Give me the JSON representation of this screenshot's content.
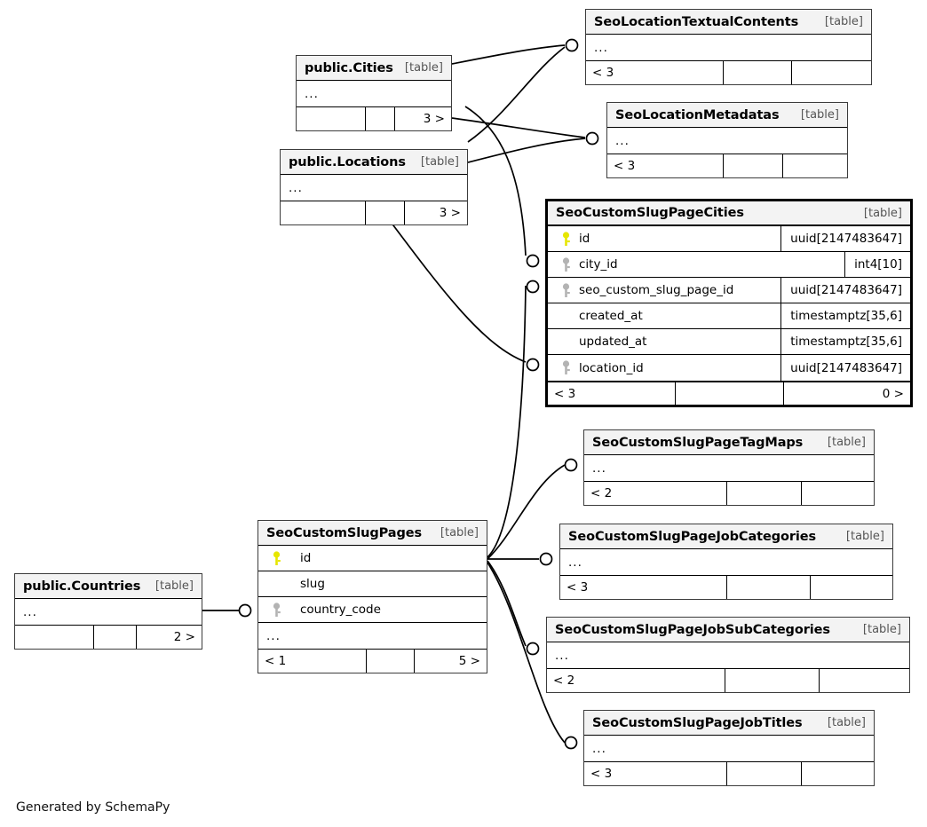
{
  "diagram": {
    "generator_note": "Generated by SchemaPy",
    "table_tag": "[table]",
    "ellipsis": "...",
    "colors": {
      "primary_key": "#e6e600",
      "foreign_key": "#b3b3b3",
      "header_fill": "#f3f3f3",
      "border": "#000000",
      "background": "#ffffff"
    }
  },
  "tables": {
    "seo_location_textual_contents": {
      "name": "SeoLocationTextualContents",
      "tag": "[table]",
      "rows": [
        "..."
      ],
      "footer": [
        "< 3",
        "",
        ""
      ]
    },
    "public_cities": {
      "name": "public.Cities",
      "tag": "[table]",
      "rows": [
        "..."
      ],
      "footer": [
        "",
        "",
        "3 >"
      ]
    },
    "seo_location_metadatas": {
      "name": "SeoLocationMetadatas",
      "tag": "[table]",
      "rows": [
        "..."
      ],
      "footer": [
        "< 3",
        "",
        ""
      ]
    },
    "public_locations": {
      "name": "public.Locations",
      "tag": "[table]",
      "rows": [
        "..."
      ],
      "footer": [
        "",
        "",
        "3 >"
      ]
    },
    "seo_custom_slug_page_cities": {
      "name": "SeoCustomSlugPageCities",
      "tag": "[table]",
      "columns": [
        {
          "key": "primary",
          "name": "id",
          "type": "uuid[2147483647]"
        },
        {
          "key": "foreign",
          "name": "city_id",
          "type": "int4[10]"
        },
        {
          "key": "foreign",
          "name": "seo_custom_slug_page_id",
          "type": "uuid[2147483647]"
        },
        {
          "key": "none",
          "name": "created_at",
          "type": "timestamptz[35,6]"
        },
        {
          "key": "none",
          "name": "updated_at",
          "type": "timestamptz[35,6]"
        },
        {
          "key": "foreign",
          "name": "location_id",
          "type": "uuid[2147483647]"
        }
      ],
      "footer": [
        "< 3",
        "",
        "0 >"
      ]
    },
    "seo_custom_slug_page_tag_maps": {
      "name": "SeoCustomSlugPageTagMaps",
      "tag": "[table]",
      "rows": [
        "..."
      ],
      "footer": [
        "< 2",
        "",
        ""
      ]
    },
    "seo_custom_slug_page_job_categories": {
      "name": "SeoCustomSlugPageJobCategories",
      "tag": "[table]",
      "rows": [
        "..."
      ],
      "footer": [
        "< 3",
        "",
        ""
      ]
    },
    "seo_custom_slug_page_job_sub_categories": {
      "name": "SeoCustomSlugPageJobSubCategories",
      "tag": "[table]",
      "rows": [
        "..."
      ],
      "footer": [
        "< 2",
        "",
        ""
      ]
    },
    "seo_custom_slug_page_job_titles": {
      "name": "SeoCustomSlugPageJobTitles",
      "tag": "[table]",
      "rows": [
        "..."
      ],
      "footer": [
        "< 3",
        "",
        ""
      ]
    },
    "seo_custom_slug_pages": {
      "name": "SeoCustomSlugPages",
      "tag": "[table]",
      "columns": [
        {
          "key": "primary",
          "name": "id",
          "type": ""
        },
        {
          "key": "none",
          "name": "slug",
          "type": ""
        },
        {
          "key": "foreign",
          "name": "country_code",
          "type": ""
        }
      ],
      "extra_row": "...",
      "footer": [
        "< 1",
        "",
        "5 >"
      ]
    },
    "public_countries": {
      "name": "public.Countries",
      "tag": "[table]",
      "rows": [
        "..."
      ],
      "footer": [
        "",
        "",
        "2 >"
      ]
    }
  }
}
